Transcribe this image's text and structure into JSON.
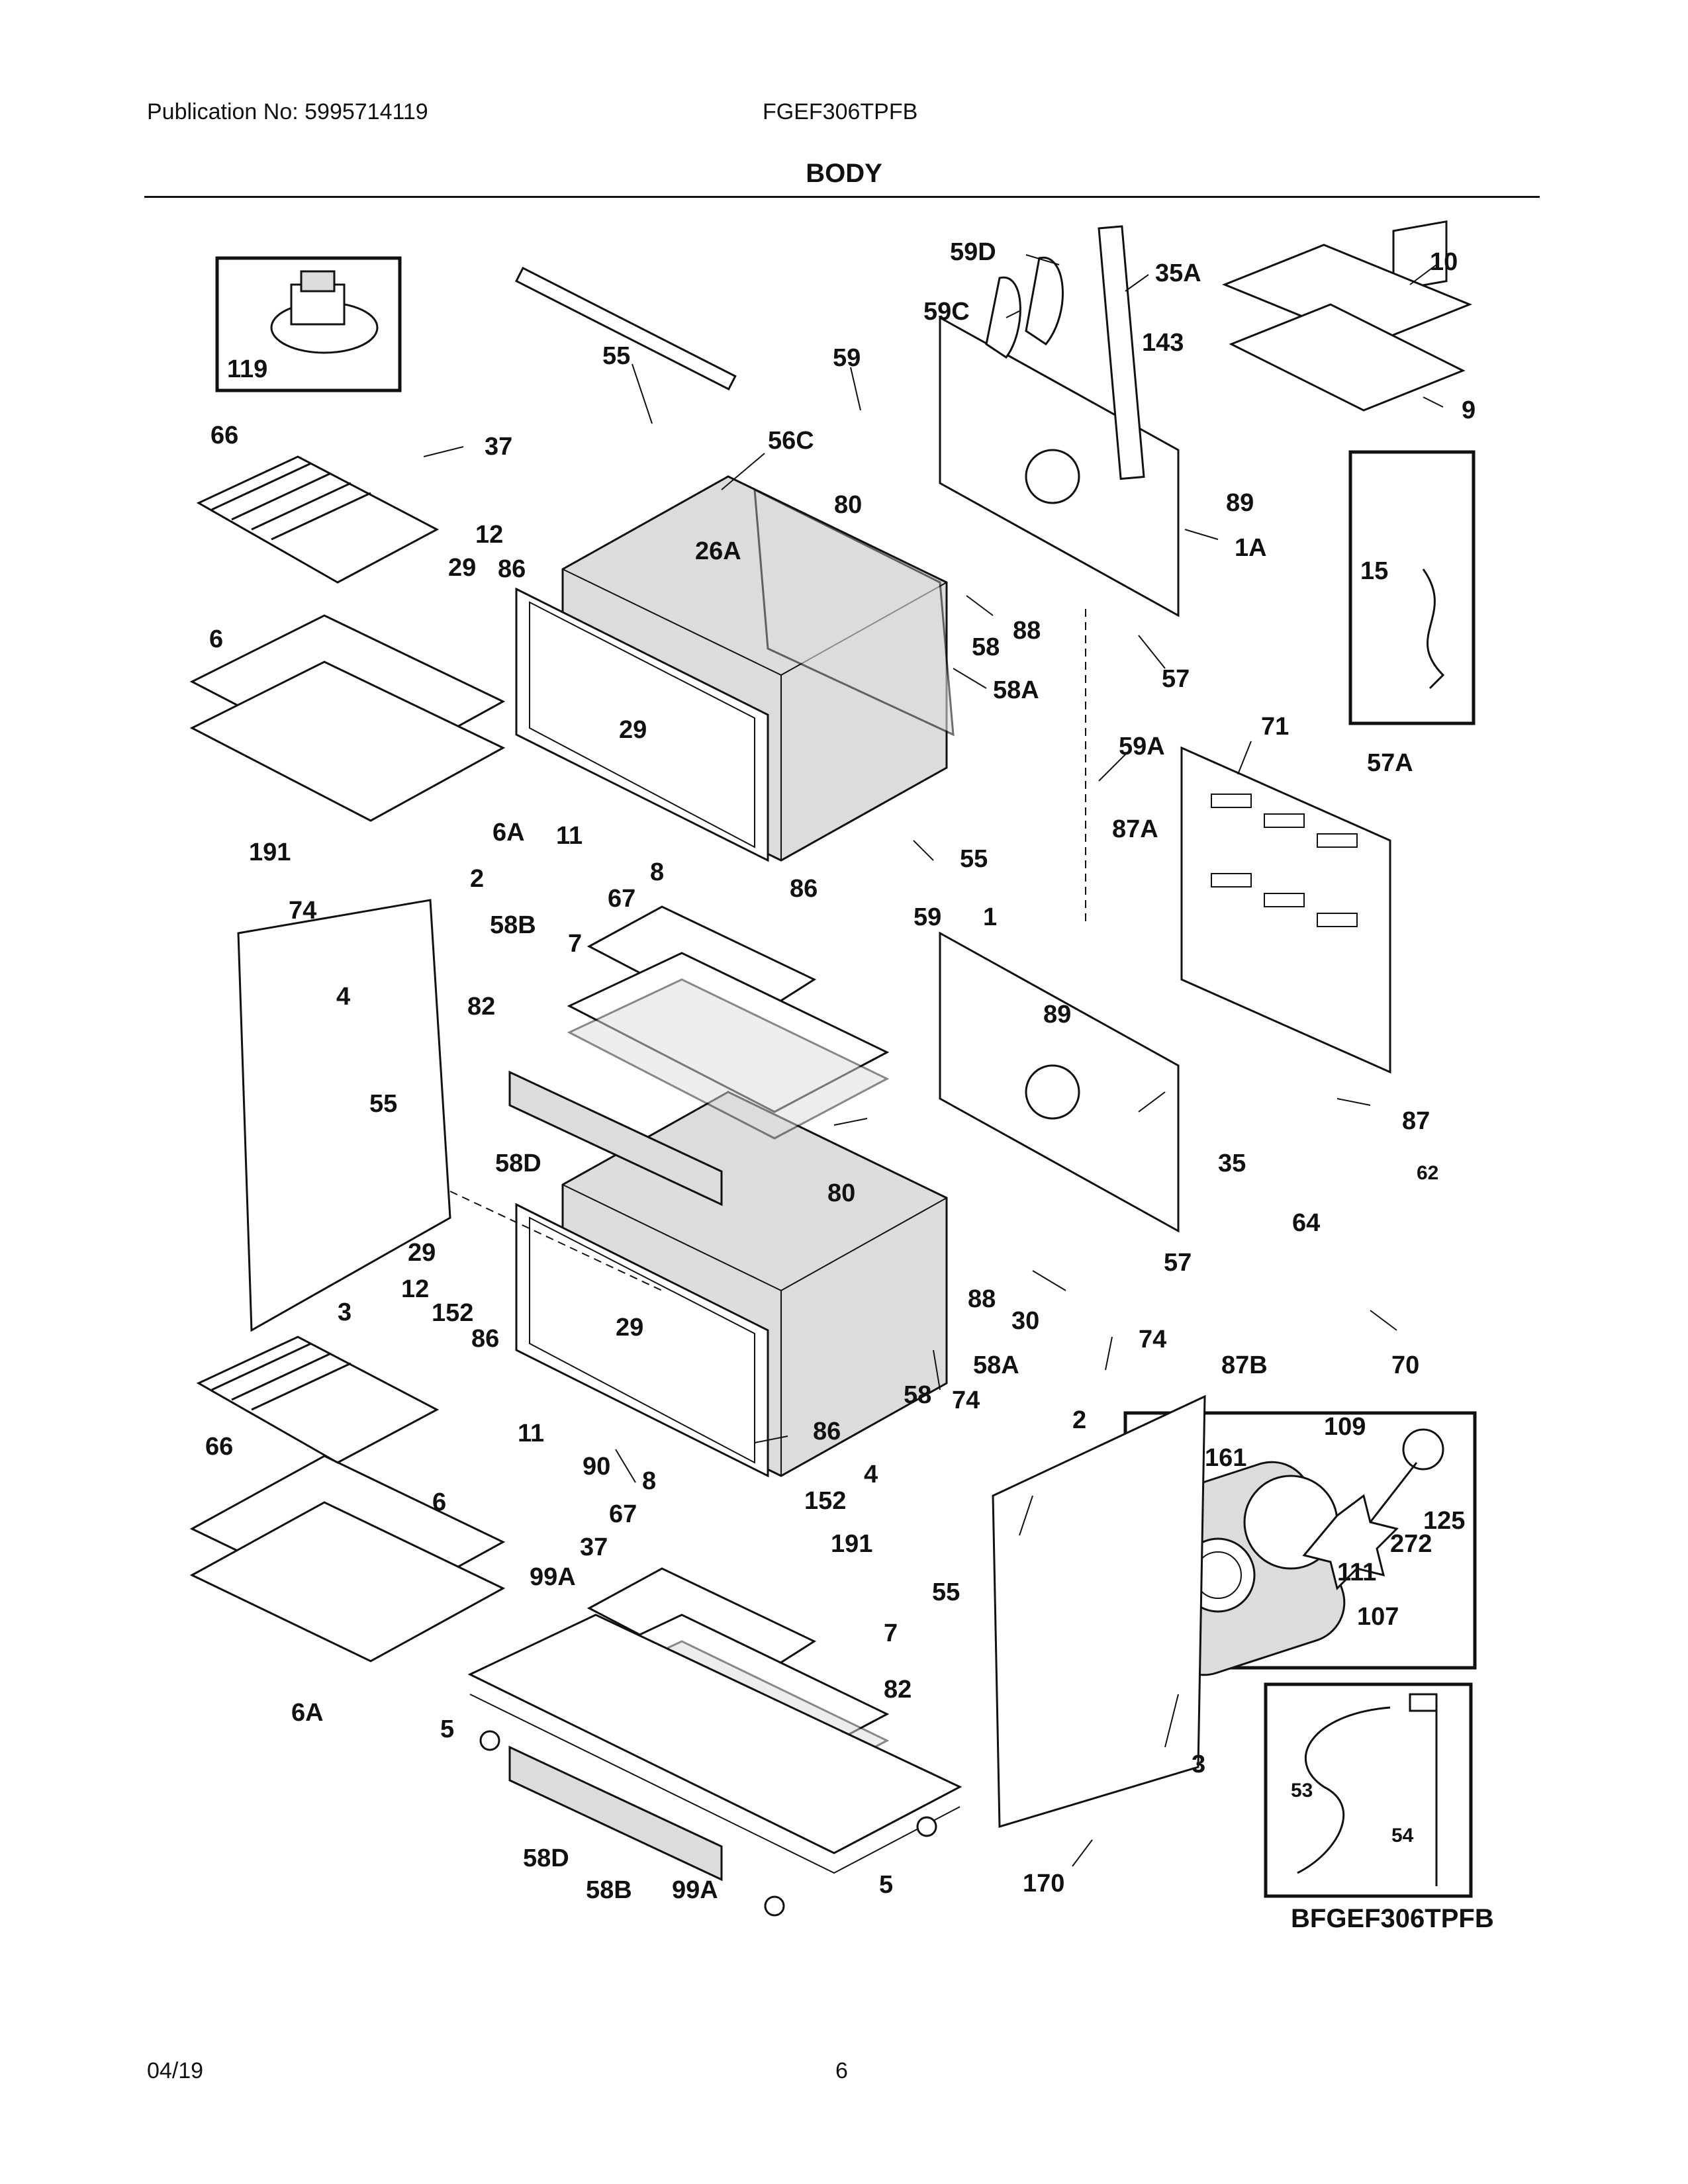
{
  "header": {
    "publication": "Publication No: 5995714119",
    "model": "FGEF306TPFB",
    "section_title": "BODY"
  },
  "footer": {
    "date": "04/19",
    "page_number": "6"
  },
  "diagram": {
    "code": "BFGEF306TPFB",
    "callouts": [
      "119",
      "66",
      "37",
      "12",
      "29",
      "86",
      "6",
      "6A",
      "11",
      "55",
      "56C",
      "26A",
      "59",
      "80",
      "59D",
      "59C",
      "35A",
      "143",
      "10",
      "9",
      "89",
      "1A",
      "88",
      "57",
      "58",
      "58A",
      "15",
      "71",
      "57A",
      "59A",
      "87A",
      "191",
      "74",
      "2",
      "58B",
      "8",
      "67",
      "7",
      "4",
      "82",
      "1",
      "89",
      "87",
      "35",
      "62",
      "64",
      "58D",
      "70",
      "87B",
      "30",
      "3",
      "152",
      "90",
      "170",
      "109",
      "161",
      "125",
      "272",
      "111",
      "107",
      "99A",
      "5",
      "53",
      "54"
    ]
  }
}
